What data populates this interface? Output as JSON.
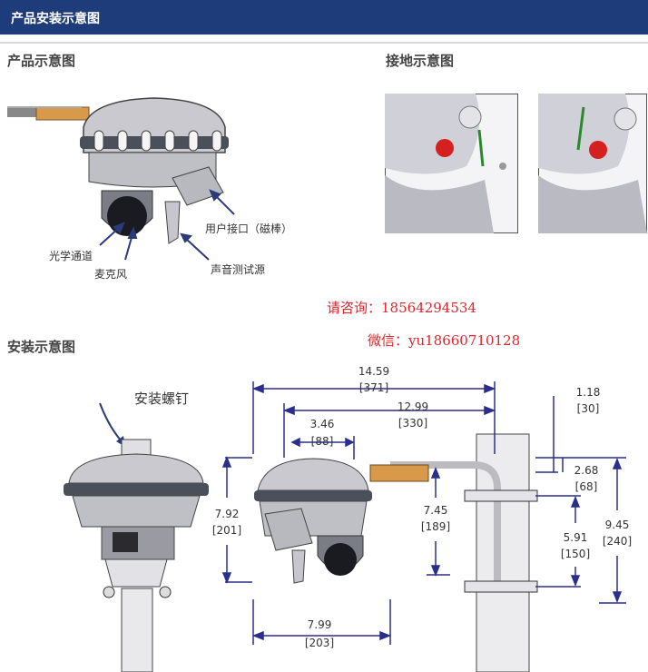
{
  "header": {
    "title": "产品安装示意图"
  },
  "sections": {
    "product": "产品示意图",
    "grounding": "接地示意图",
    "install": "安装示意图"
  },
  "product_labels": {
    "user_port": "用户接口（磁棒）",
    "optical": "光学通道",
    "mic": "麦克风",
    "sound_src": "声音测试源"
  },
  "contact": {
    "phone": "请咨询：18564294534",
    "wechat": "微信：yu18660710128"
  },
  "install_labels": {
    "screw": "安装螺钉"
  },
  "dimensions": {
    "d1": "14.59",
    "d1b": "[371]",
    "d2": "12.99",
    "d2b": "[330]",
    "d3": "3.46",
    "d3b": "[88]",
    "d4": "1.18",
    "d4b": "[30]",
    "d5": "2.68",
    "d5b": "[68]",
    "d6": "7.92",
    "d6b": "[201]",
    "d7": "7.45",
    "d7b": "[189]",
    "d8": "5.91",
    "d8b": "[150]",
    "d9": "9.45",
    "d9b": "[240]",
    "d10": "7.99",
    "d10b": "[203]"
  }
}
